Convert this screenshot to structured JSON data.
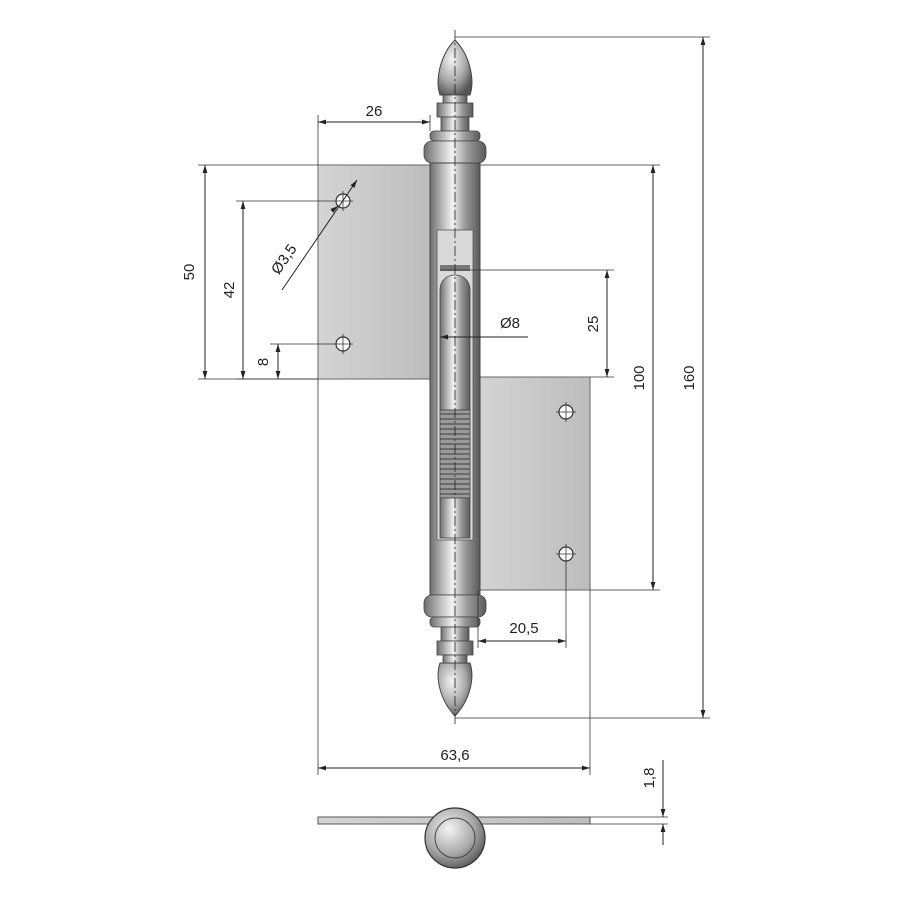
{
  "dimensions": {
    "leaf_offset": "26",
    "leaf_height": "50",
    "hole_spacing": "42",
    "hole_edge": "8",
    "hole_diameter": "Ø3,5",
    "pin_diameter": "Ø8",
    "pin_insert": "25",
    "lower_leaf_height": "100",
    "overall_height": "160",
    "hole_offset": "20,5",
    "overall_width": "63,6",
    "thickness": "1,8"
  }
}
